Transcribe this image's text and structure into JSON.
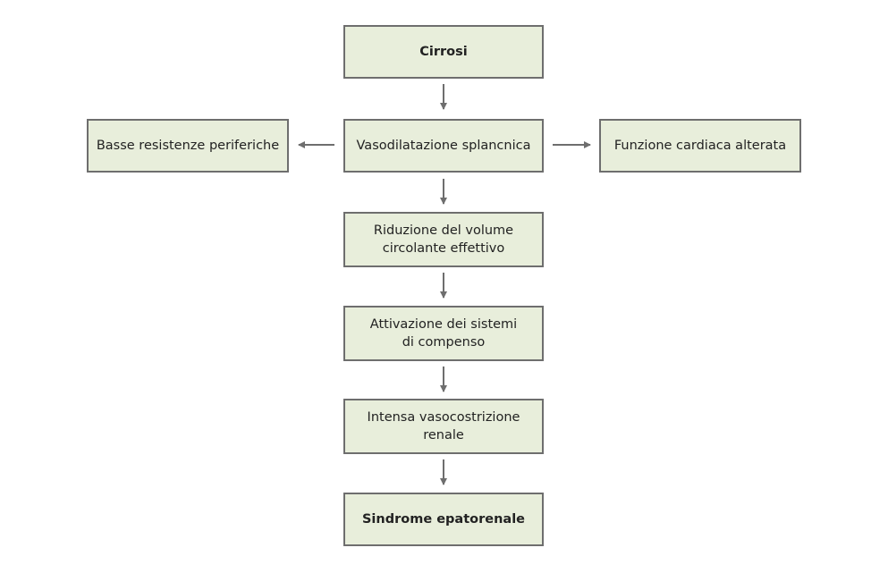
{
  "nodes": {
    "cirrosi": "Cirrosi",
    "vasodilatazione": "Vasodilatazione splancnica",
    "basse_resistenze": "Basse resistenze periferiche",
    "funzione_cardiaca": "Funzione cardiaca alterata",
    "riduzione_volume": [
      "Riduzione del volume",
      "circolante effettivo"
    ],
    "attivazione_sistemi": [
      "Attivazione dei sistemi",
      "di compenso"
    ],
    "vasocostrizione": [
      "Intensa vasocostrizione",
      "renale"
    ],
    "sindrome": "Sindrome epatorenale"
  },
  "colors": {
    "box_fill": "#e8eedb",
    "box_border": "#6e6e6e",
    "arrow": "#6e6e6e",
    "text": "#222222"
  }
}
